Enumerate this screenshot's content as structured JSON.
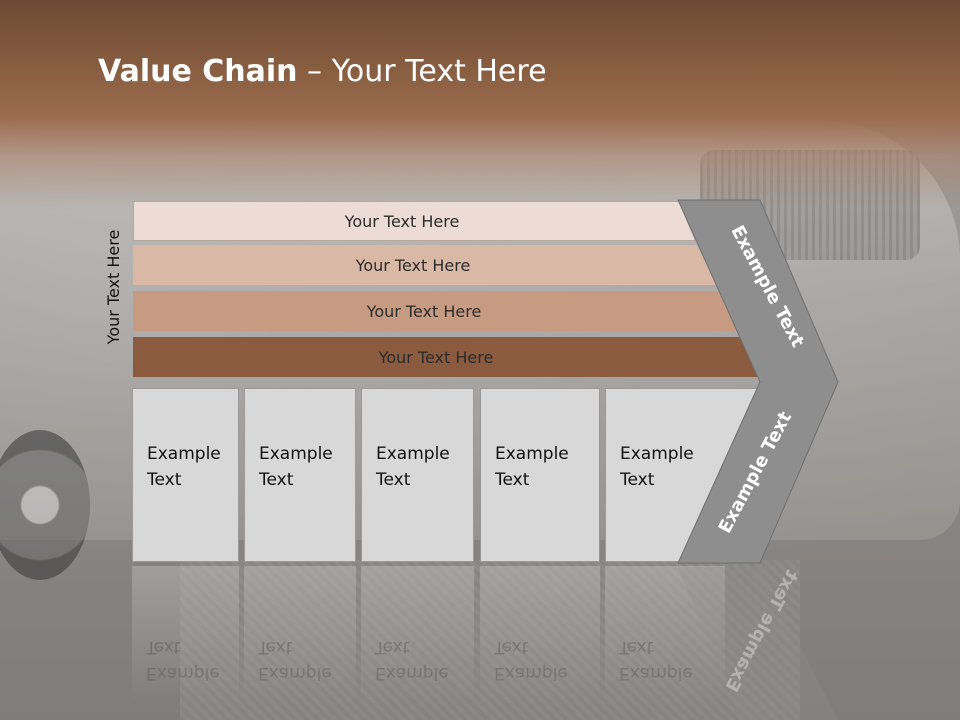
{
  "title": {
    "bold": "Value Chain",
    "rest": " – Your Text Here"
  },
  "side_label": "Your Text Here",
  "bars": [
    "Your Text Here",
    "Your Text Here",
    "Your Text Here",
    "Your Text Here"
  ],
  "boxes": [
    {
      "line1": "Example",
      "line2": "Text"
    },
    {
      "line1": "Example",
      "line2": "Text"
    },
    {
      "line1": "Example",
      "line2": "Text"
    },
    {
      "line1": "Example",
      "line2": "Text"
    },
    {
      "line1": "Example",
      "line2": "Text"
    }
  ],
  "chevron": {
    "top_text": "Example Text",
    "bottom_text": "Example Text"
  },
  "colors": {
    "header": "#8a5f42",
    "bar1": "#ecdcd5",
    "bar2": "#dab8a6",
    "bar3": "#c79b81",
    "bar4": "#8b5b3f",
    "chevron": "#8e8e8e",
    "box": "#d8d8d8"
  }
}
